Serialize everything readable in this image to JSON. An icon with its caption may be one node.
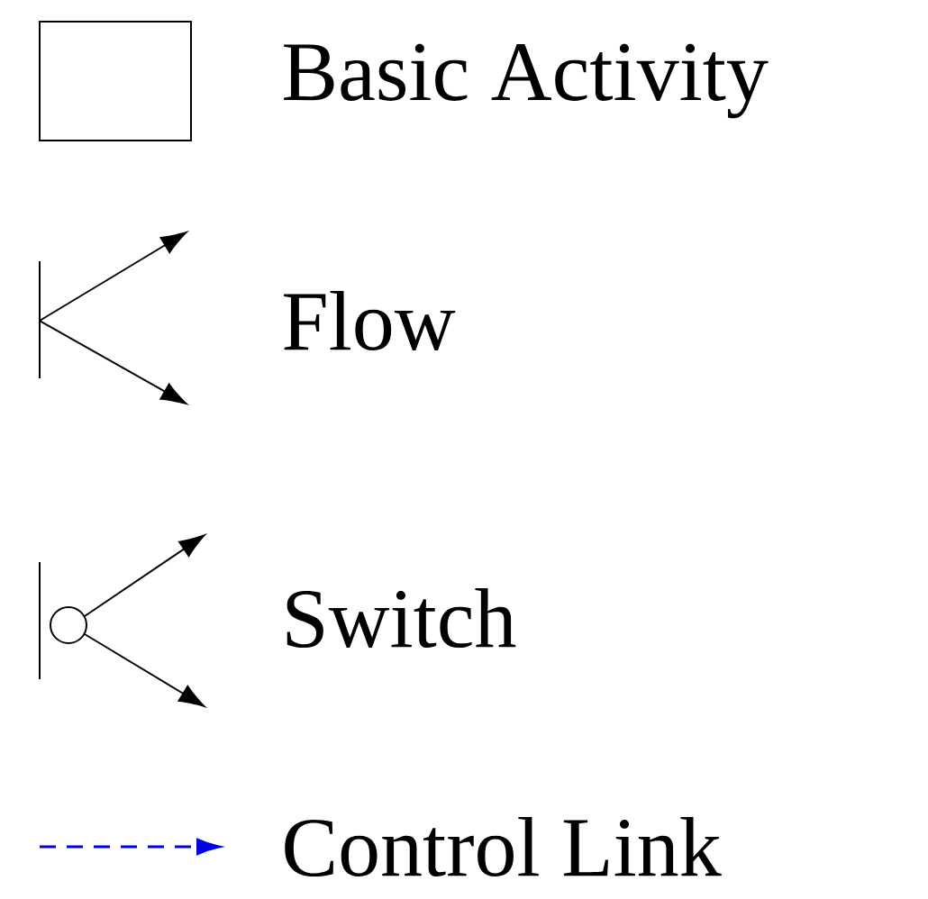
{
  "diagram": {
    "legend": [
      {
        "text": "Basic Activity"
      },
      {
        "text": "Flow"
      },
      {
        "text": "Switch"
      },
      {
        "text": "Control Link"
      }
    ]
  }
}
